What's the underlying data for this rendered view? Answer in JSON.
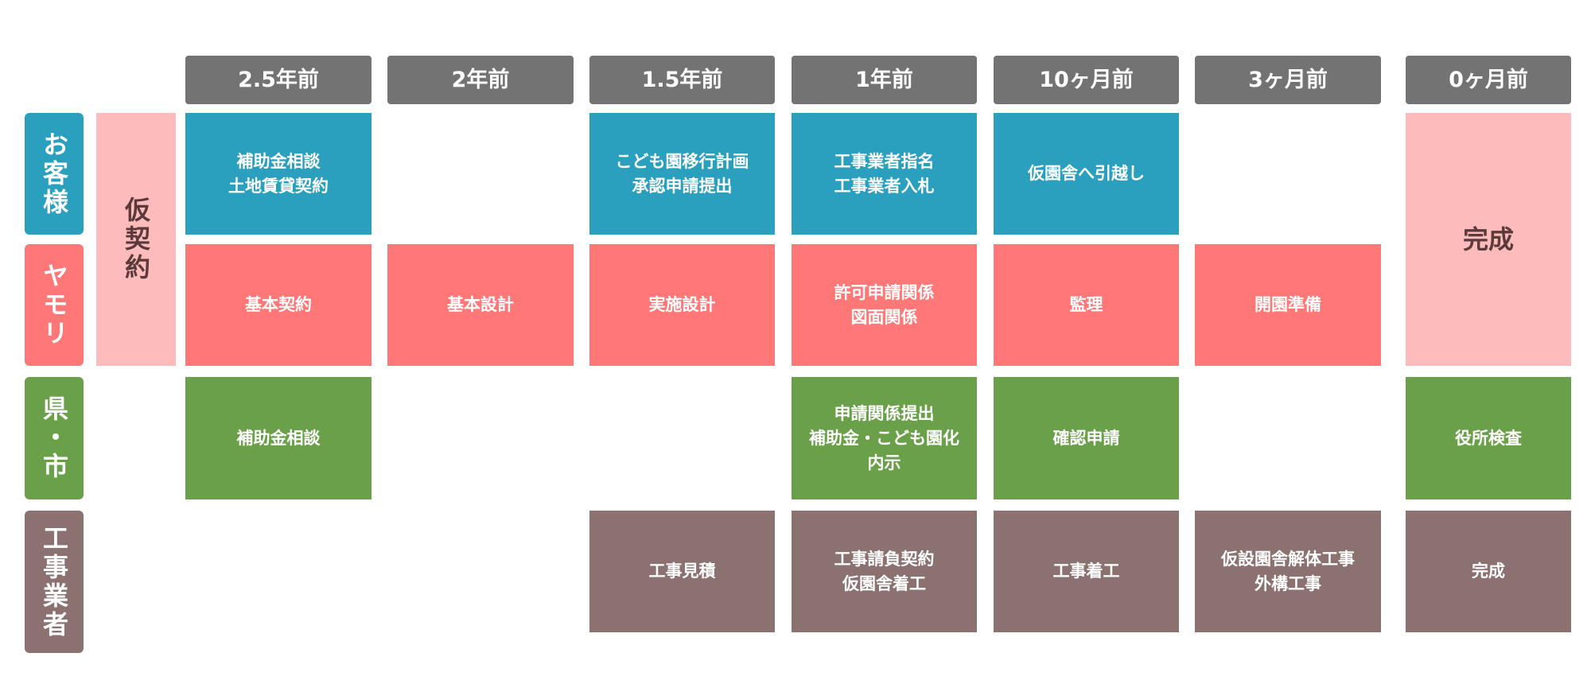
{
  "headers": [
    "2.5年前",
    "2年前",
    "1.5年前",
    "1年前",
    "10ヶ月前",
    "3ヶ月前",
    "0ヶ月前"
  ],
  "rows": [
    "お客様",
    "ヤモリ",
    "県・市",
    "工事業者"
  ],
  "provisional": "仮契約",
  "complete_big": "完成",
  "cells": {
    "c0": "補助金相談\n土地賃貸契約",
    "c2": "こども園移行計画\n承認申請提出",
    "c3": "工事業者指名\n工事業者入札",
    "c4": "仮園舎へ引越し",
    "y0": "基本契約",
    "y1": "基本設計",
    "y2": "実施設計",
    "y3": "許可申請関係\n図面関係",
    "y4": "監理",
    "y5": "開園準備",
    "g0": "補助金相談",
    "g3": "申請関係提出\n補助金・こども園化\n内示",
    "g4": "確認申請",
    "g6": "役所検査",
    "k2": "工事見積",
    "k3": "工事請負契約\n仮園舎着工",
    "k4": "工事着工",
    "k5": "仮設園舎解体工事\n外構工事",
    "k6": "完成"
  },
  "colors": {
    "header": "#737373",
    "customer": "#2a9fbe",
    "yamori": "#ff7777",
    "government": "#6aa049",
    "contractor": "#8b716f",
    "pink": "#fdbbbb"
  }
}
